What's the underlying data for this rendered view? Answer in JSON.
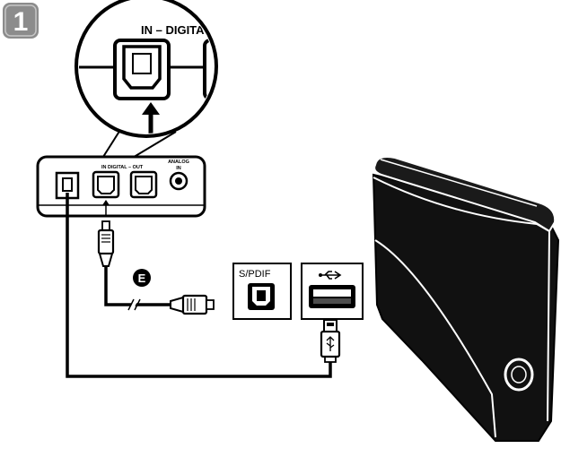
{
  "step": {
    "number": "1"
  },
  "zoom": {
    "label": "IN – DIGITA"
  },
  "receiver": {
    "port_label_digital": "IN  DIGITAL – OUT",
    "port_label_analog_line1": "ANALOG",
    "port_label_analog_line2": "IN"
  },
  "cable": {
    "callout_letter": "E"
  },
  "console_ports": {
    "spdif_label": "S/PDIF",
    "usb_label": "USB"
  },
  "colors": {
    "step_badge": "#8c8c8c",
    "outline": "#000000",
    "console_body": "#111111",
    "console_highlight": "#ffffff"
  }
}
